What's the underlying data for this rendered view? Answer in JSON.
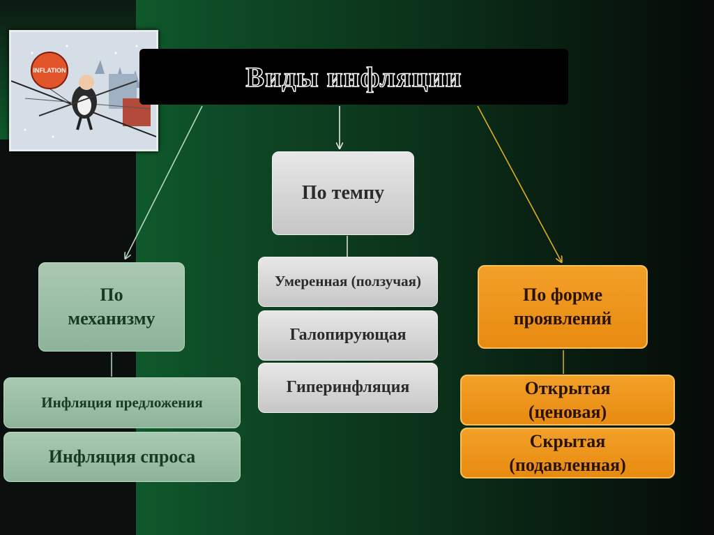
{
  "title": "Виды инфляции",
  "picture": {
    "balloon_text": "INFLATION"
  },
  "branches": {
    "mechanism": {
      "label": "По механизму",
      "items": [
        "Инфляция предложения",
        "Инфляция спроса"
      ]
    },
    "tempo": {
      "label": "По темпу",
      "items": [
        "Умеренная (ползучая)",
        "Галопирующая",
        "Гиперинфляция"
      ]
    },
    "form": {
      "label": "По форме проявлений",
      "items": [
        "Открытая (ценовая)",
        "Скрытая (подавленная)"
      ]
    }
  },
  "colors": {
    "background_green": "#0f5a2c",
    "gray_box": "#d6d6d6",
    "green_box": "#9cbea6",
    "orange_box": "#ee9418",
    "arrow_left": "#b8d8c2",
    "arrow_center": "#e6e6e6",
    "arrow_right": "#e0b020"
  }
}
